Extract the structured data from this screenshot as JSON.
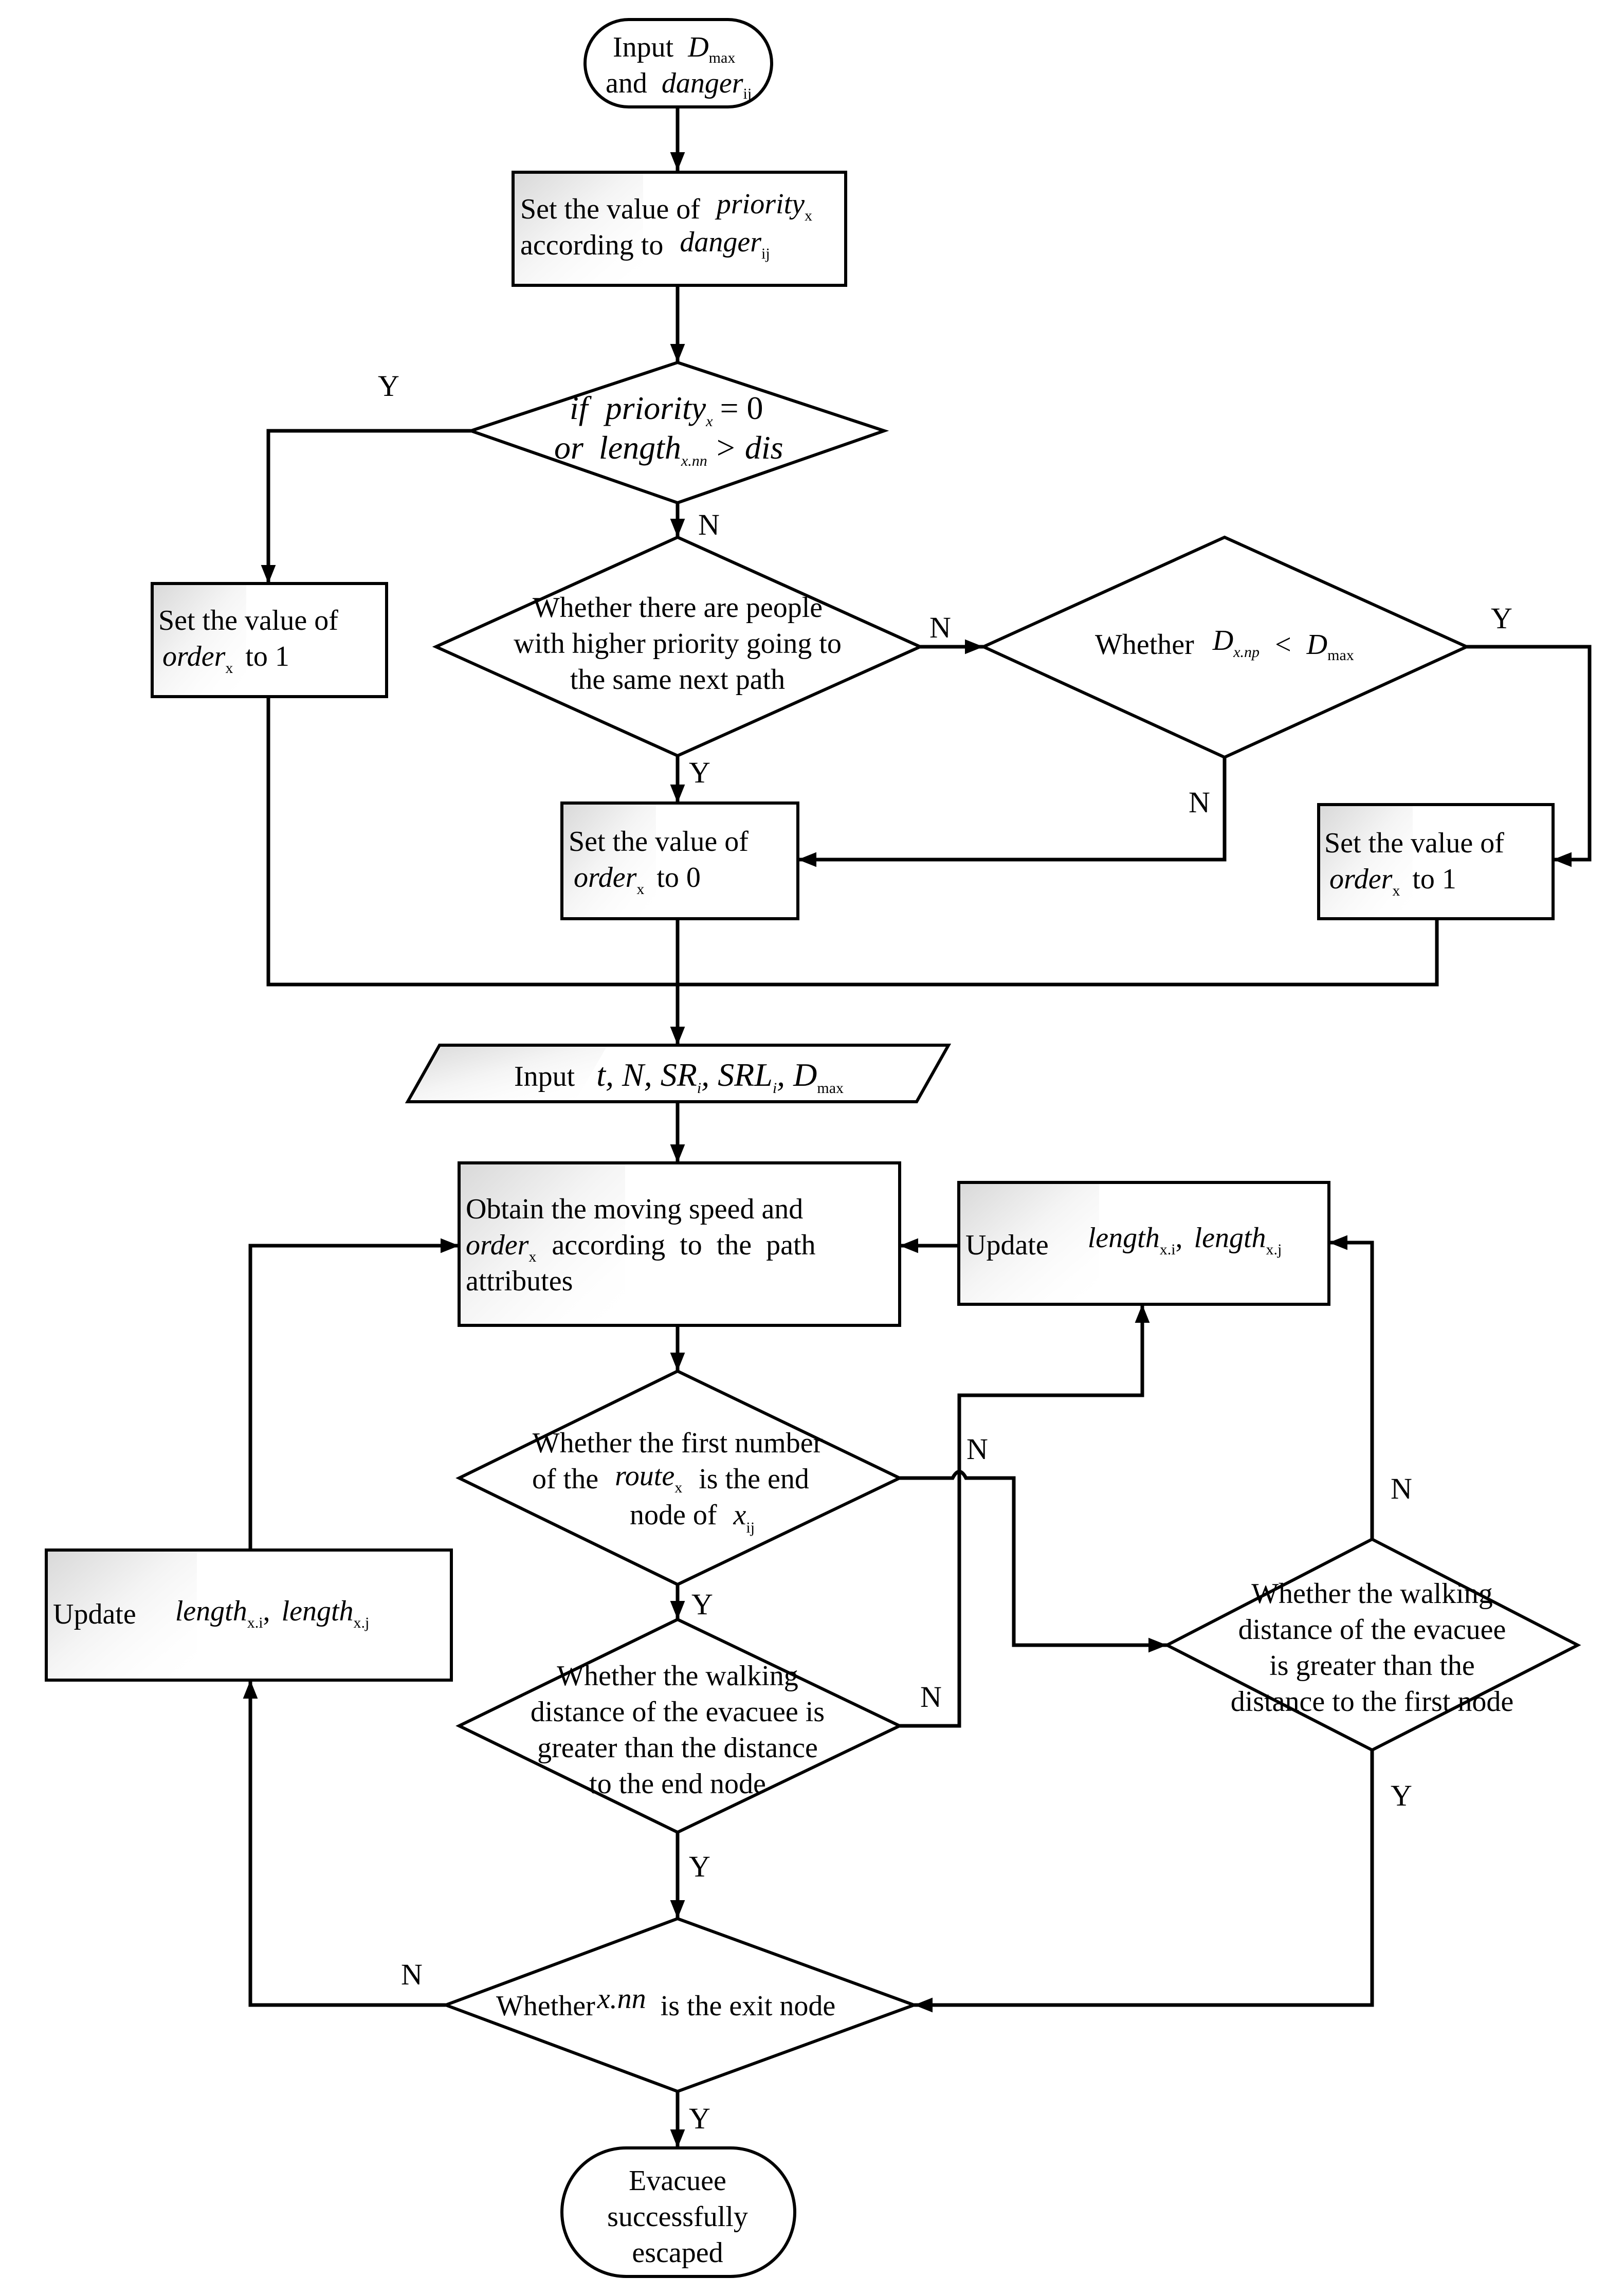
{
  "nodes": {
    "start": {
      "line1": "Input",
      "line1_var": "D",
      "line1_sub": "max",
      "line2": "and",
      "line2_var": "danger",
      "line2_sub": "ij"
    },
    "set_priority": {
      "line1": "Set the value of",
      "line1_var": "priority",
      "line1_sub": "x",
      "line2": "according to",
      "line2_var": "danger",
      "line2_sub": "ij"
    },
    "cond_priority": {
      "line1_if": "if",
      "line1_var": "priority",
      "line1_sub": "x",
      "line1_tail": "= 0",
      "line2_or": "or",
      "line2_var": "length",
      "line2_sub": "x.nn",
      "line2_tail": "> dis"
    },
    "set_order1_left": {
      "line1": "Set the value of",
      "line2_var": "order",
      "line2_sub": "x",
      "line2_tail": "to 1"
    },
    "cond_higher": {
      "line1": "Whether there are people",
      "line2": "with higher priority going to",
      "line3": "the same next path"
    },
    "cond_dnp": {
      "text": "Whether",
      "var1": "D",
      "var1_sub": "x.np",
      "op": "<",
      "var2": "D",
      "var2_sub": "max"
    },
    "set_order0": {
      "line1": "Set the value of",
      "line2_var": "order",
      "line2_sub": "x",
      "line2_tail": "to 0"
    },
    "set_order1_right": {
      "line1": "Set the value of",
      "line2_var": "order",
      "line2_sub": "x",
      "line2_tail": "to 1"
    },
    "input_params": {
      "text": "Input",
      "vars": "t, N, SR",
      "vars_sub": "i",
      "vars2": ", SRL",
      "vars2_sub": "i",
      "vars3": ", D",
      "vars3_sub": "max"
    },
    "obtain_speed": {
      "line1": "Obtain the moving speed and",
      "line2_var": "order",
      "line2_sub": "x",
      "line2_tail": "according  to  the  path",
      "line3": "attributes"
    },
    "update_right": {
      "text": "Update",
      "v1": "length",
      "v1_sub": "x.i",
      "sep": ",",
      "v2": "length",
      "v2_sub": "x.j"
    },
    "cond_first_number": {
      "line1": "Whether the first number",
      "line2_pre": "of the",
      "line2_var": "route",
      "line2_sub": "x",
      "line2_tail": "is the end",
      "line3_pre": "node of",
      "line3_var": "x",
      "line3_sub": "ij"
    },
    "update_left": {
      "text": "Update",
      "v1": "length",
      "v1_sub": "x.i",
      "sep": ",",
      "v2": "length",
      "v2_sub": "x.j"
    },
    "cond_walk_end": {
      "line1": "Whether the walking",
      "line2": "distance of the evacuee is",
      "line3": "greater than the distance",
      "line4": "to the end node"
    },
    "cond_walk_first": {
      "line1": "Whether the walking",
      "line2": "distance of the evacuee",
      "line3": "is greater than the",
      "line4": "distance to the first node"
    },
    "cond_exit": {
      "pre": "Whether",
      "var": "x.nn",
      "tail": "is the exit node"
    },
    "end": {
      "line1": "Evacuee",
      "line2": "successfully",
      "line3": "escaped"
    }
  },
  "edge_labels": {
    "priority_yes": "Y",
    "priority_no": "N",
    "higher_no": "N",
    "higher_yes": "Y",
    "dnp_yes": "Y",
    "dnp_no": "N",
    "first_no": "N",
    "first_yes": "Y",
    "walk_end_no": "N",
    "walk_end_yes": "Y",
    "walk_first_no": "N",
    "walk_first_yes": "Y",
    "exit_no": "N",
    "exit_yes": "Y"
  }
}
